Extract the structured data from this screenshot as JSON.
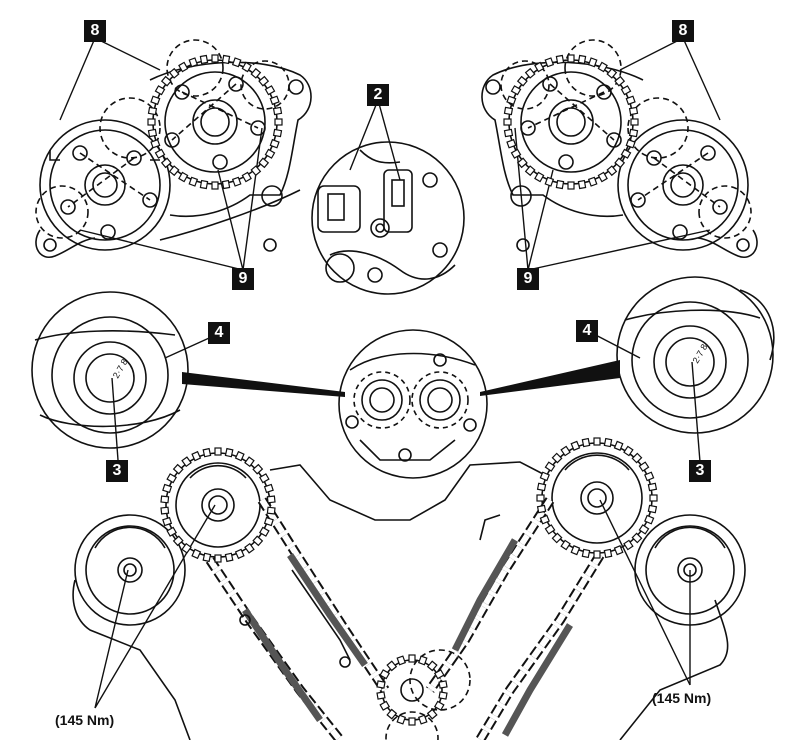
{
  "callouts": {
    "c8_left": "8",
    "c8_right": "8",
    "c2": "2",
    "c9_left": "9",
    "c9_right": "9",
    "c4_left": "4",
    "c4_right": "4",
    "c3_left": "3",
    "c3_right": "3"
  },
  "torque": {
    "left": "(145 Nm)",
    "right": "(145 Nm)"
  },
  "colors": {
    "line": "#111111",
    "guide_fill": "#555555",
    "background": "#ffffff"
  }
}
